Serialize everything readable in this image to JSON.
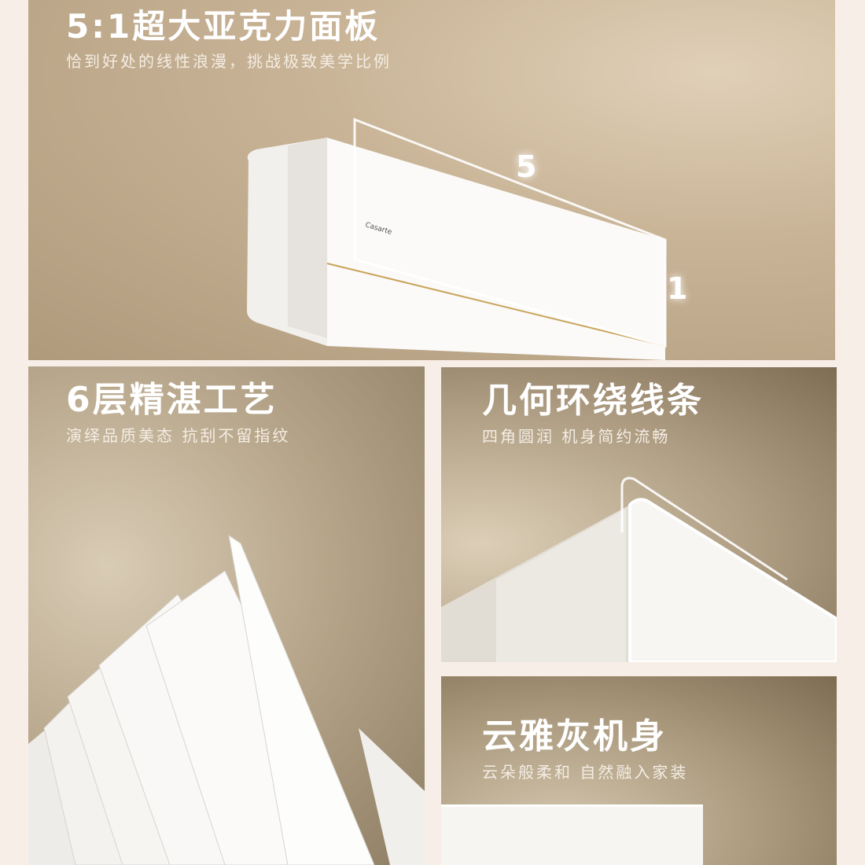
{
  "sections": [
    {
      "title": "5:1超大亚克力面板",
      "subtitle": "恰到好处的线性浪漫，挑战极致美学比例",
      "ratio_width": "5",
      "ratio_height": "1",
      "brand": "Casarte"
    },
    {
      "title": "6层精湛工艺",
      "subtitle": "演绎品质美态 抗刮不留指纹"
    },
    {
      "title": "几何环绕线条",
      "subtitle": "四角圆润 机身简约流畅"
    },
    {
      "title": "云雅灰机身",
      "subtitle": "云朵般柔和 自然融入家装"
    }
  ]
}
